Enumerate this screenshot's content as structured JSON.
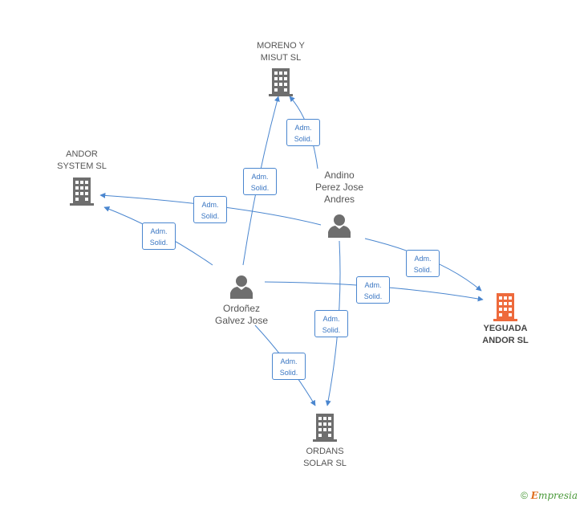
{
  "colors": {
    "edge": "#4a86cf",
    "building": "#6e6e6e",
    "target_building": "#ee6a3c",
    "person": "#6e6e6e"
  },
  "nodes": {
    "moreno": {
      "label": "MORENO Y\nMISUT SL",
      "icon": "building-icon"
    },
    "andor_system": {
      "label": "ANDOR\nSYSTEM  SL",
      "icon": "building-icon"
    },
    "andino": {
      "label": "Andino\nPerez Jose\nAndres",
      "icon": "person-icon"
    },
    "ordonez": {
      "label": "Ordoñez\nGalvez Jose",
      "icon": "person-icon"
    },
    "yeguada": {
      "label": "YEGUADA\nANDOR SL",
      "icon": "building-icon"
    },
    "ordans": {
      "label": "ORDANS\nSOLAR SL",
      "icon": "building-icon"
    }
  },
  "edges": [
    {
      "id": "andino-moreno",
      "label": "Adm.\nSolid."
    },
    {
      "id": "ordonez-moreno",
      "label": "Adm.\nSolid."
    },
    {
      "id": "andino-andor",
      "label": "Adm.\nSolid."
    },
    {
      "id": "ordonez-andor",
      "label": "Adm.\nSolid."
    },
    {
      "id": "andino-yeguada",
      "label": "Adm.\nSolid."
    },
    {
      "id": "ordonez-yeguada",
      "label": "Adm.\nSolid."
    },
    {
      "id": "andino-ordans",
      "label": "Adm.\nSolid."
    },
    {
      "id": "ordonez-ordans",
      "label": "Adm.\nSolid."
    }
  ],
  "brand": {
    "copyright": "©",
    "first_letter": "E",
    "rest": "mpresia"
  }
}
